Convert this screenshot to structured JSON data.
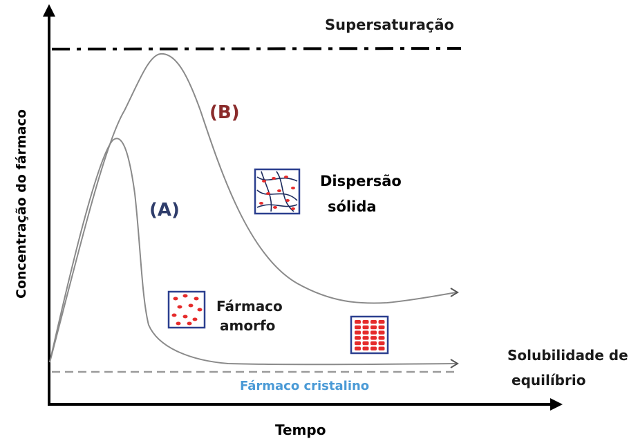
{
  "labels": {
    "supersaturation": "Supersaturação",
    "curve_b": "(B)",
    "curve_a": "(A)",
    "dispersion_line1": "Dispersão",
    "dispersion_line2": "sólida",
    "amorphous_line1": "Fármaco",
    "amorphous_line2": "amorfo",
    "equilibrium_line1": "Solubilidade de",
    "equilibrium_line2": "equilíbrio",
    "crystalline": "Fármaco cristalino",
    "x_axis": "Tempo",
    "y_axis": "Concentração do fármaco"
  },
  "colors": {
    "curve_b_label": "#8b2c2c",
    "curve_a_label": "#2f3d6b",
    "crystalline_label": "#4a9ad6",
    "particle_red": "#e52b2b",
    "box_border": "#2b3f8f",
    "curve_gray": "#8a8a8a"
  },
  "icons": [
    "solid-dispersion-icon",
    "amorphous-drug-icon",
    "crystalline-drug-icon"
  ]
}
